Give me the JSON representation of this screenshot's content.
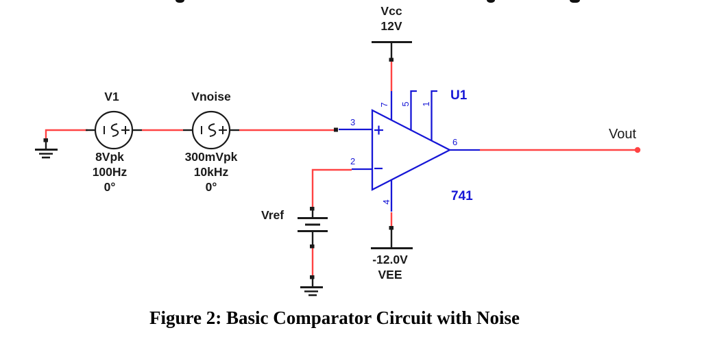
{
  "colors": {
    "wire_red": "#ff4343",
    "symbol_blue": "#1616d6",
    "ink_black": "#1a1a1a"
  },
  "sources": {
    "v1": {
      "name": "V1",
      "amplitude": "8Vpk",
      "frequency": "100Hz",
      "phase": "0°"
    },
    "vnoise": {
      "name": "Vnoise",
      "amplitude": "300mVpk",
      "frequency": "10kHz",
      "phase": "0°"
    }
  },
  "opamp": {
    "designator": "U1",
    "part_number": "741",
    "pin_noninverting": "3",
    "pin_inverting": "2",
    "pin_output": "6",
    "pin_vcc": "7",
    "pin_balance_5": "5",
    "pin_balance_1": "1",
    "pin_vee": "4"
  },
  "rails": {
    "vcc_name": "Vcc",
    "vcc_value": "12V",
    "vee_value": "-12.0V",
    "vee_name": "VEE"
  },
  "reference": {
    "name": "Vref"
  },
  "output": {
    "label": "Vout"
  },
  "caption": "Figure 2: Basic Comparator Circuit with Noise"
}
